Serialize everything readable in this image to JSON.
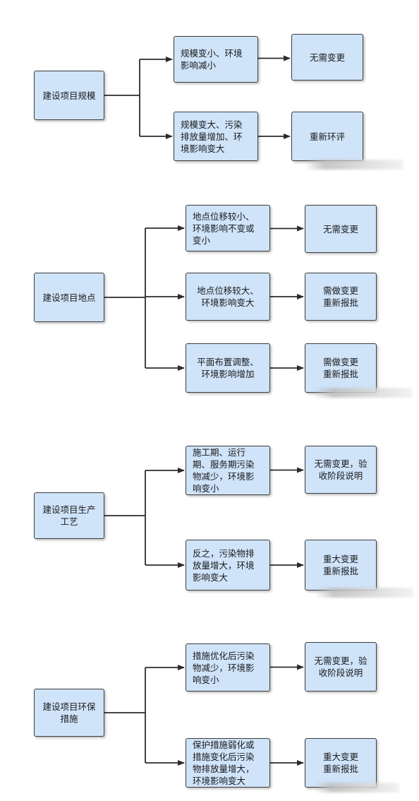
{
  "groups": [
    {
      "id": "scale",
      "root": {
        "label": "建设项目规模"
      },
      "branches": [
        {
          "condition": "规模变小、环境\n影响减小",
          "result": "无需变更"
        },
        {
          "condition": "规模变大、污染\n排放量增加、环\n境影响变大",
          "result": "重新环评"
        }
      ]
    },
    {
      "id": "location",
      "root": {
        "label": "建设项目地点"
      },
      "branches": [
        {
          "condition": "地点位移较小、\n环境影响不变或\n变小",
          "result": "无需变更"
        },
        {
          "condition": "地点位移较大、\n环境影响变大",
          "result": "需做变更\n重新报批"
        },
        {
          "condition": "平面布置调整、\n环境影响增加",
          "result": "需做变更\n重新报批"
        }
      ]
    },
    {
      "id": "process",
      "root": {
        "label": "建设项目生产\n工艺"
      },
      "branches": [
        {
          "condition": "施工期、运行\n期、服务期污染\n物减少，环境影\n响变小",
          "result": "无需变更，验\n收阶段说明"
        },
        {
          "condition": "反之，污染物排\n放量增大，环境\n影响变大",
          "result": "重大变更\n重新报批"
        }
      ]
    },
    {
      "id": "protection",
      "root": {
        "label": "建设项目环保\n措施"
      },
      "branches": [
        {
          "condition": "措施优化后污染\n物减少，环境影\n响变小",
          "result": "无需变更，验\n收阶段说明"
        },
        {
          "condition": "保护措施弱化或\n措施变化后污染\n物排放量增大，\n环境影响变大",
          "result": "重大变更\n重新报批"
        }
      ]
    }
  ]
}
